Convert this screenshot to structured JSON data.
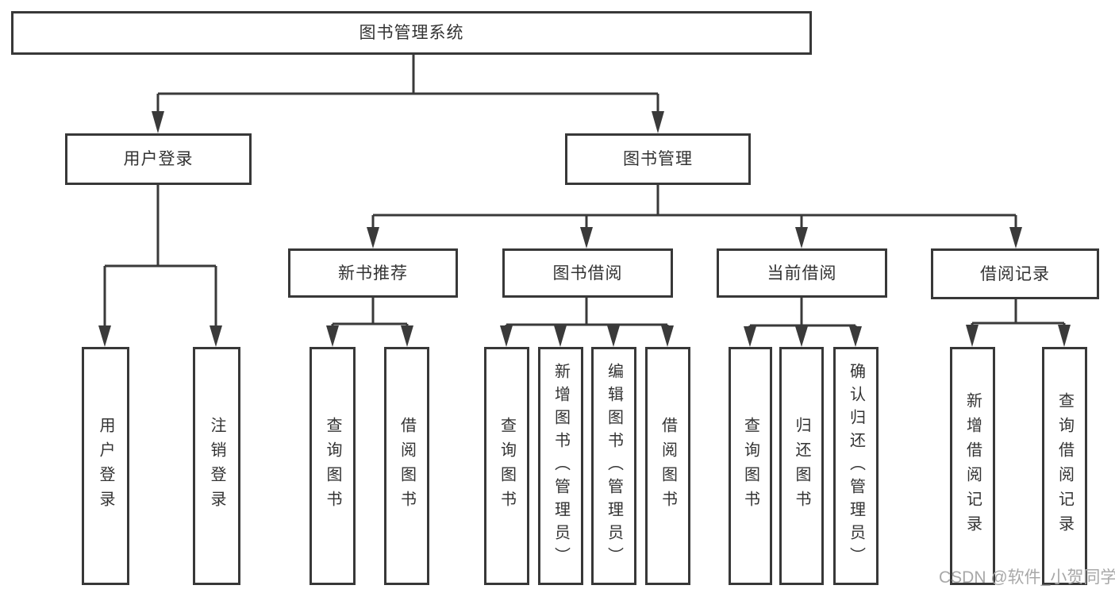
{
  "diagram_title": "图书管理系统",
  "colors": {
    "line": "#3a3a3a",
    "box_border": "#383838",
    "text": "#333333",
    "background": "#ffffff",
    "watermark": "#a8a8a8"
  },
  "tree": {
    "root": {
      "label": "图书管理系统",
      "children": [
        {
          "label": "用户登录",
          "children": [
            {
              "label": "用户登录"
            },
            {
              "label": "注销登录"
            }
          ]
        },
        {
          "label": "图书管理",
          "children": [
            {
              "label": "新书推荐",
              "children": [
                {
                  "label": "查询图书"
                },
                {
                  "label": "借阅图书"
                }
              ]
            },
            {
              "label": "图书借阅",
              "children": [
                {
                  "label": "查询图书"
                },
                {
                  "label": "新增图书（管理员）"
                },
                {
                  "label": "编辑图书（管理员）"
                },
                {
                  "label": "借阅图书"
                }
              ]
            },
            {
              "label": "当前借阅",
              "children": [
                {
                  "label": "查询图书"
                },
                {
                  "label": "归还图书"
                },
                {
                  "label": "确认归还（管理员）"
                }
              ]
            },
            {
              "label": "借阅记录",
              "children": [
                {
                  "label": "新增借阅记录"
                },
                {
                  "label": "查询借阅记录"
                }
              ]
            }
          ]
        }
      ]
    }
  },
  "watermark": {
    "text": "CSDN @软件_小贺同学"
  }
}
